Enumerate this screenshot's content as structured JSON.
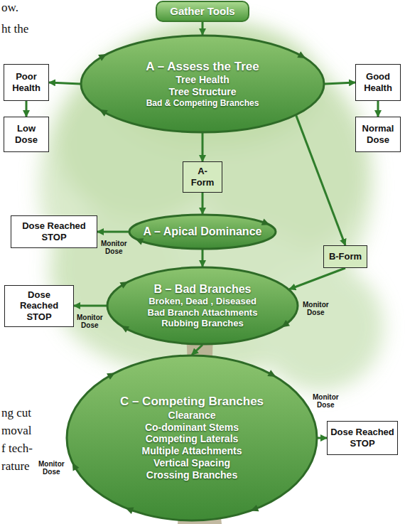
{
  "diagram": {
    "nodes": [
      {
        "text": [
          "Gather Tools"
        ]
      },
      {
        "text": [
          "A – Assess the Tree",
          "Tree Health",
          "Tree Structure",
          "Bad & Competing Branches"
        ]
      },
      {
        "text": [
          "Poor Health"
        ]
      },
      {
        "text": [
          "Good Health"
        ]
      },
      {
        "text": [
          "Low Dose"
        ]
      },
      {
        "text": [
          "Normal Dose"
        ]
      },
      {
        "text": [
          "A-Form"
        ]
      },
      {
        "text": [
          "Dose Reached STOP"
        ]
      },
      {
        "text": [
          "A – Apical Dominance"
        ]
      },
      {
        "text": [
          "B-Form"
        ]
      },
      {
        "text": [
          "Dose Reached STOP"
        ]
      },
      {
        "text": [
          "B – Bad Branches",
          "Broken, Dead , Diseased",
          "Bad Branch Attachments",
          "Rubbing Branches"
        ]
      },
      {
        "text": [
          "C – Competing Branches",
          "Clearance",
          "Co-dominant Stems",
          "Competing Laterals",
          "Multiple Attachments",
          "Vertical Spacing",
          "Crossing Branches"
        ]
      },
      {
        "text": [
          "Dose Reached STOP"
        ]
      }
    ],
    "edges": [
      {
        "from": 0,
        "to": 1,
        "arrow": "to"
      },
      {
        "from": 1,
        "to": 2,
        "arrow": "to"
      },
      {
        "from": 1,
        "to": 3,
        "arrow": "to"
      },
      {
        "from": 2,
        "to": 4,
        "arrow": "to"
      },
      {
        "from": 3,
        "to": 5,
        "arrow": "to"
      },
      {
        "from": 1,
        "to": 6,
        "arrow": "to"
      },
      {
        "from": 1,
        "to": 9,
        "arrow": "to"
      },
      {
        "from": 6,
        "to": 8,
        "arrow": "to"
      },
      {
        "from": 8,
        "to": 7,
        "arrow": "to"
      },
      {
        "from": 8,
        "to": 11,
        "arrow": "to"
      },
      {
        "from": 9,
        "to": 11,
        "arrow": "to"
      },
      {
        "from": 11,
        "to": 10,
        "arrow": "to"
      },
      {
        "from": 11,
        "to": 12,
        "arrow": "to"
      },
      {
        "from": 12,
        "to": 13,
        "arrow": "to"
      }
    ],
    "labels": [
      "ow.",
      "ht the",
      "Monitor Dose",
      "Monitor Dose",
      "Monitor Dose",
      "Monitor Dose",
      "ng cut",
      "moval",
      "f tech-",
      "Monitor Dose",
      "rature"
    ]
  }
}
